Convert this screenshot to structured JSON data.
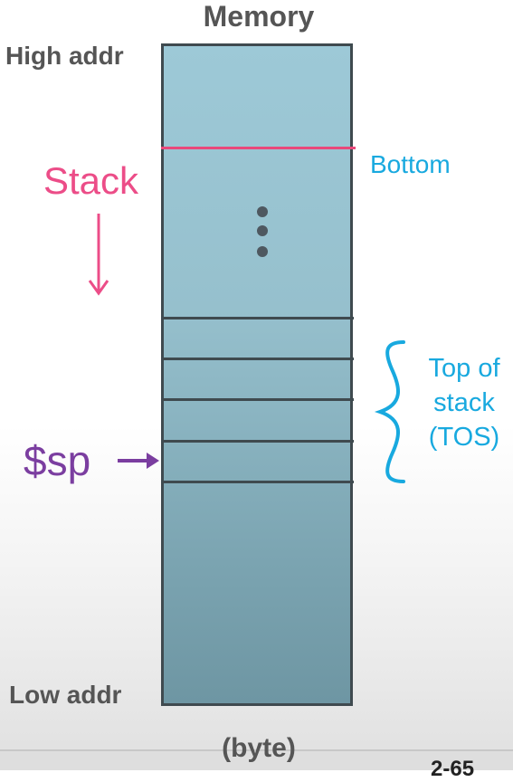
{
  "diagram": {
    "title": "Memory",
    "high_label": "High addr",
    "low_label": "Low addr",
    "unit_label": "(byte)",
    "stack_label": "Stack",
    "bottom_label": "Bottom",
    "tos_label_lines": [
      "Top of",
      "stack",
      "(TOS)"
    ],
    "sp_label": "$sp",
    "page_number": "2-65",
    "colors": {
      "memory_fill": "#96c0cd",
      "memory_border": "#3f4a4f",
      "stack_accent": "#ec4d88",
      "tos_accent": "#18a9df",
      "sp_accent": "#7b3ea0",
      "label_gray": "#555555"
    }
  }
}
